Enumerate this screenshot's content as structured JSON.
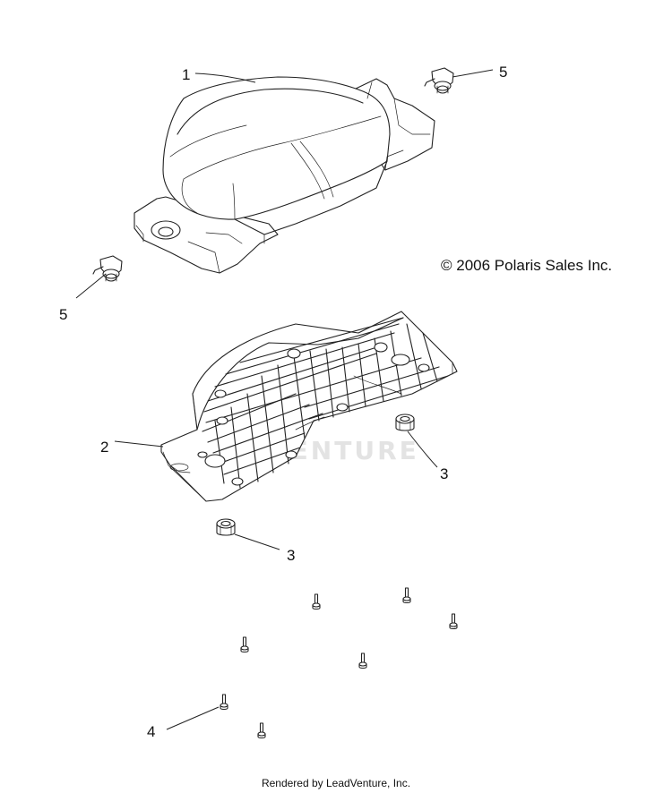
{
  "diagram": {
    "copyright": "© 2006 Polaris Sales Inc.",
    "footer": "Rendered by LeadVenture, Inc.",
    "watermark": "VENTURE",
    "callouts": {
      "c1": "1",
      "c2": "2",
      "c3a": "3",
      "c3b": "3",
      "c4": "4",
      "c5a": "5",
      "c5b": "5"
    },
    "colors": {
      "line": "#222222",
      "watermark": "#e3e3e3"
    }
  }
}
